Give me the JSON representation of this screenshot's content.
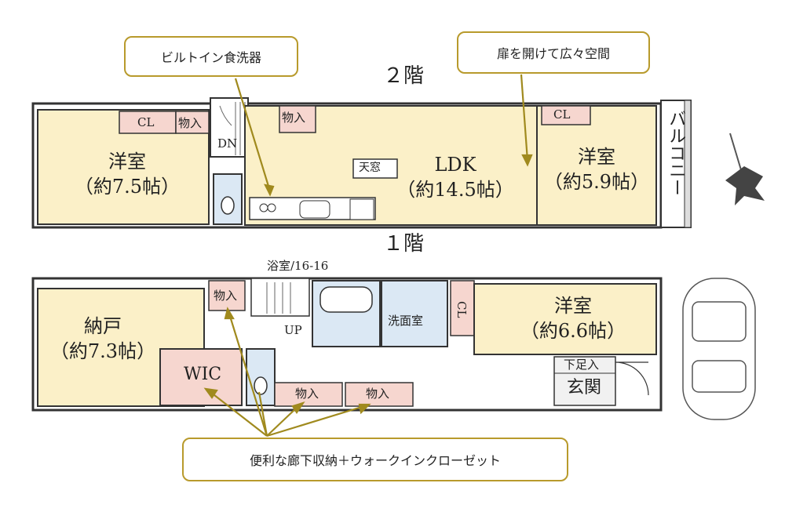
{
  "floors": {
    "second": "２階",
    "first": "１階"
  },
  "callouts": {
    "dishwasher": "ビルトイン食洗器",
    "open_door": "扉を開けて広々空間",
    "storage": "便利な廊下収納＋ウォークインクローゼット"
  },
  "second_floor": {
    "west_room": {
      "name": "洋室",
      "size": "（約7.5帖）"
    },
    "ldk": {
      "name": "LDK",
      "size": "（約14.5帖）"
    },
    "east_room": {
      "name": "洋室",
      "size": "（約5.9帖）"
    },
    "cl_west": "CL",
    "storage_west": "物入",
    "storage_center": "物入",
    "cl_east": "CL",
    "stairs_down": "DN",
    "skylight": "天窓",
    "balcony": "バルコニー"
  },
  "first_floor": {
    "storeroom": {
      "name": "納戸",
      "size": "（約7.3帖）"
    },
    "wic": "WIC",
    "storage_nw": "物入",
    "stairs_up": "UP",
    "bath": "浴室/16-16",
    "washroom": "洗面室",
    "cl": "CL",
    "east_room": {
      "name": "洋室",
      "size": "（約6.6帖）"
    },
    "shoe_storage": "下足入",
    "entrance": "玄関",
    "storage_hall1": "物入",
    "storage_hall2": "物入"
  },
  "colors": {
    "room_fill": "#fbf0c8",
    "closet_fill": "#f6d6cf",
    "wet_fill": "#dbe8f4",
    "callout_border": "#b89a2c",
    "arrow": "#a08a1e",
    "wall": "#333333"
  }
}
